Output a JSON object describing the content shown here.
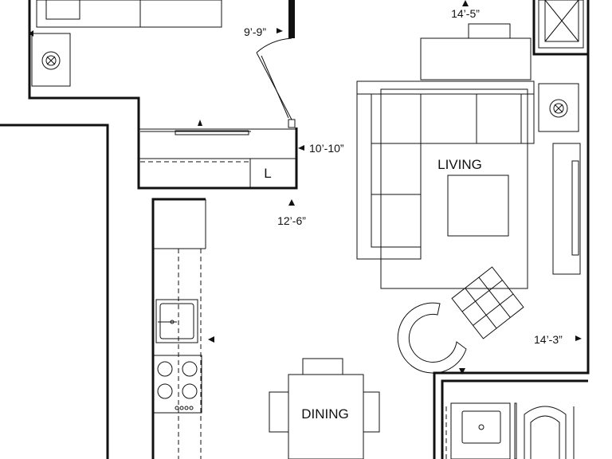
{
  "rooms": {
    "living": "LIVING",
    "dining": "DINING",
    "laundry": "L"
  },
  "dimensions": {
    "d1": "9’-9”",
    "d2": "14’-5”",
    "d3": "10’-10”",
    "d4": "12’-6”",
    "d5": "14’-3”"
  }
}
